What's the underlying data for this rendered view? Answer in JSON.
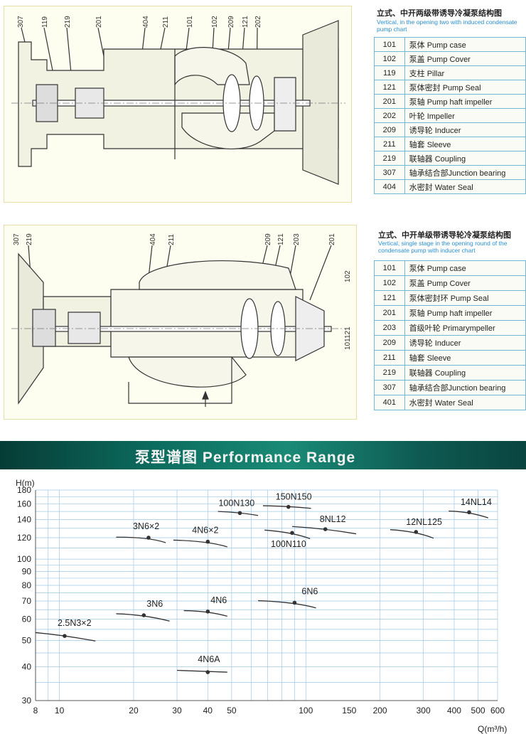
{
  "top_diagram": {
    "callouts": [
      "307",
      "119",
      "219",
      "201",
      "404",
      "211",
      "101",
      "102",
      "209",
      "121",
      "202"
    ],
    "title_cn": "立式、中开两级带诱导冷凝泵结构图",
    "title_en": "Vertical, in the opening two with induced condensate pump chart",
    "parts": [
      {
        "code": "101",
        "name": "泵体 Pump case"
      },
      {
        "code": "102",
        "name": "泵盖 Pump Cover"
      },
      {
        "code": "119",
        "name": "支柱 Pillar"
      },
      {
        "code": "121",
        "name": "泵体密封 Pump Seal"
      },
      {
        "code": "201",
        "name": "泵轴 Pump haft impeller"
      },
      {
        "code": "202",
        "name": "叶轮 Impeller"
      },
      {
        "code": "209",
        "name": "诱导轮 Inducer"
      },
      {
        "code": "211",
        "name": "轴套 Sleeve"
      },
      {
        "code": "219",
        "name": "联轴器 Coupling"
      },
      {
        "code": "307",
        "name": "轴承结合部Junction bearing"
      },
      {
        "code": "404",
        "name": "水密封 Water Seal"
      }
    ]
  },
  "bottom_diagram": {
    "callouts": [
      "307",
      "219",
      "404",
      "211",
      "209",
      "121",
      "203",
      "201",
      "102",
      "101121"
    ],
    "title_cn": "立式、中开单级带诱导轮冷凝泵结构图",
    "title_en": "Vertical, single stage in the opening round of the condensate pump with inducer chart",
    "parts": [
      {
        "code": "101",
        "name": "泵体 Pump case"
      },
      {
        "code": "102",
        "name": "泵盖 Pump Cover"
      },
      {
        "code": "121",
        "name": "泵体密封环 Pump Seal"
      },
      {
        "code": "201",
        "name": "泵轴 Pump haft impeller"
      },
      {
        "code": "203",
        "name": "首级叶轮 Primarympeller"
      },
      {
        "code": "209",
        "name": "诱导轮 Inducer"
      },
      {
        "code": "211",
        "name": "轴套 Sleeve"
      },
      {
        "code": "219",
        "name": "联轴器 Coupling"
      },
      {
        "code": "307",
        "name": "轴承结合部Junction bearing"
      },
      {
        "code": "401",
        "name": "水密封 Water Seal"
      }
    ]
  },
  "banner": {
    "title": "泵型谱图 Performance Range"
  },
  "chart_data": {
    "type": "line",
    "title": "",
    "xlabel": "Q(m³/h)",
    "ylabel": "H(m)",
    "x_scale": "log",
    "y_scale": "log",
    "xlim": [
      8,
      600
    ],
    "ylim": [
      30,
      180
    ],
    "x_ticks": [
      8,
      10,
      20,
      30,
      40,
      50,
      100,
      150,
      200,
      300,
      400,
      500,
      600
    ],
    "y_ticks": [
      30,
      40,
      50,
      60,
      70,
      80,
      90,
      100,
      120,
      140,
      160,
      180
    ],
    "grid": true,
    "series": [
      {
        "name": "2.5N3×2",
        "x": [
          8,
          10.5,
          14
        ],
        "y": [
          53.5,
          52,
          49.8
        ]
      },
      {
        "name": "3N6",
        "x": [
          17,
          22,
          28
        ],
        "y": [
          62.8,
          62,
          59
        ]
      },
      {
        "name": "4N6",
        "x": [
          32,
          40,
          48
        ],
        "y": [
          64.5,
          64,
          61.5
        ]
      },
      {
        "name": "4N6A",
        "x": [
          30,
          40,
          48
        ],
        "y": [
          38.8,
          38.2,
          38.2
        ]
      },
      {
        "name": "6N6",
        "x": [
          64,
          90,
          110
        ],
        "y": [
          70.2,
          69,
          66
        ]
      },
      {
        "name": "3N6×2",
        "x": [
          17,
          23,
          27
        ],
        "y": [
          120.5,
          120,
          115
        ]
      },
      {
        "name": "4N6×2",
        "x": [
          29,
          40,
          48
        ],
        "y": [
          117.5,
          116,
          111
        ]
      },
      {
        "name": "100N130",
        "x": [
          44,
          54,
          64
        ],
        "y": [
          150,
          148,
          145
        ]
      },
      {
        "name": "150N150",
        "x": [
          67,
          85,
          105
        ],
        "y": [
          157.5,
          156,
          154
        ]
      },
      {
        "name": "100N110",
        "x": [
          68,
          88,
          104
        ],
        "y": [
          128,
          125,
          119
        ]
      },
      {
        "name": "8NL12",
        "x": [
          88,
          120,
          160
        ],
        "y": [
          132,
          129,
          124
        ]
      },
      {
        "name": "12NL125",
        "x": [
          220,
          280,
          330
        ],
        "y": [
          128.5,
          126,
          119.5
        ]
      },
      {
        "name": "14NL14",
        "x": [
          380,
          460,
          550
        ],
        "y": [
          150.5,
          149,
          142
        ]
      }
    ]
  }
}
